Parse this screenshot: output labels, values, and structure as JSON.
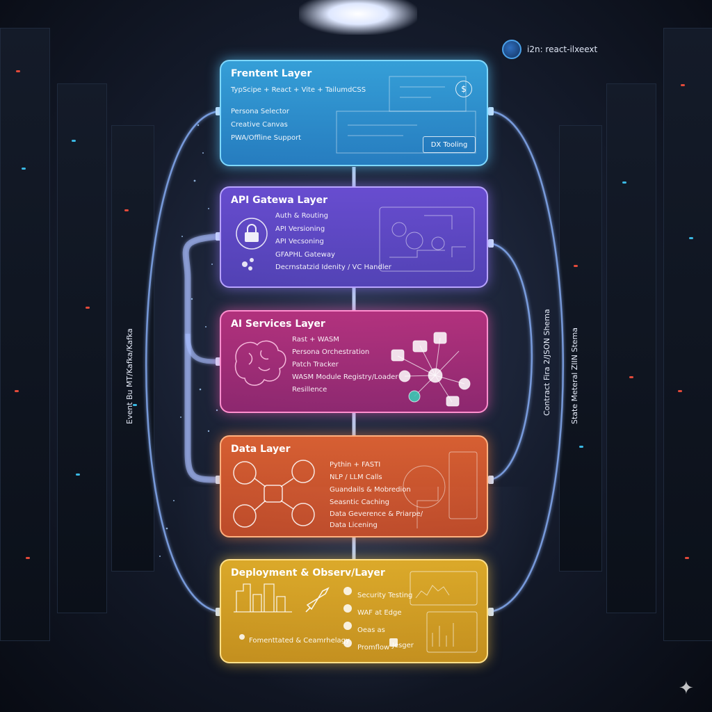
{
  "badge": {
    "label": "i2n: react-ilxeext",
    "icon": "globe-icon"
  },
  "side_labels": {
    "left": "Event Bu MT/Kafka/Kafka",
    "right_inner": "Contract Fira 2/JSON Shema",
    "right_outer": "State Meteral ZIIN Stema"
  },
  "layers": {
    "frontend": {
      "title": "Frentent Layer",
      "items": [
        "TypScipe + React + Vite + TailumdCSS",
        "Persona Selector",
        "Creative Canvas",
        "PWA/Offline Support"
      ],
      "button": "DX Tooling",
      "color": "#38aae6"
    },
    "api": {
      "title": "API Gatewa Layer",
      "items": [
        "Auth & Routing",
        "API Versioning",
        "API Vecsoning",
        "GFAPHL Gateway",
        "Decrnstatzid Idenity / VC Handler"
      ],
      "icon": "lock-icon",
      "color": "#6e50dc"
    },
    "ai": {
      "title": "AI Services Layer",
      "items": [
        "Rast + WASM",
        "Persona Orchestration",
        "Patch Tracker",
        "WASM Module Registry/Loader",
        "Resillence"
      ],
      "icon": "brain-icon",
      "color": "#be3282"
    },
    "data": {
      "title": "Data Layer",
      "items": [
        "Pythin + FASTI",
        "NLP / LLM Calls",
        "Guandails & Mobredion",
        "Seasntic Caching",
        "Data Geverence & Priarpe/",
        "Data Licening"
      ],
      "icon": "database-icon",
      "color": "#e66432"
    },
    "deploy": {
      "title": "Deployment & Observ/Layer",
      "items": [
        "Security Testing",
        "WAF at Edge",
        "Oeas as",
        "Promflow",
        "Jesger"
      ],
      "footer": "Fomenttated & Ceamrhelagy",
      "icon": "rocket-icon",
      "color": "#ebb428"
    }
  }
}
